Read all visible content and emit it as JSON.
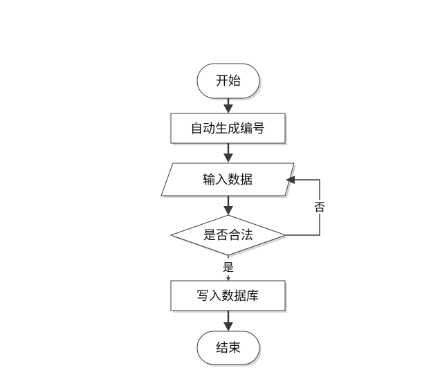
{
  "nodes": {
    "start": "开始",
    "generate": "自动生成编号",
    "input": "输入数据",
    "check": "是否合法",
    "write": "写入数据库",
    "end": "结束"
  },
  "edges": {
    "no": "否",
    "yes": "是"
  },
  "colors": {
    "stroke": "#3a3a3a",
    "fill": "#ffffff",
    "shadow": "#d6d6d6"
  }
}
